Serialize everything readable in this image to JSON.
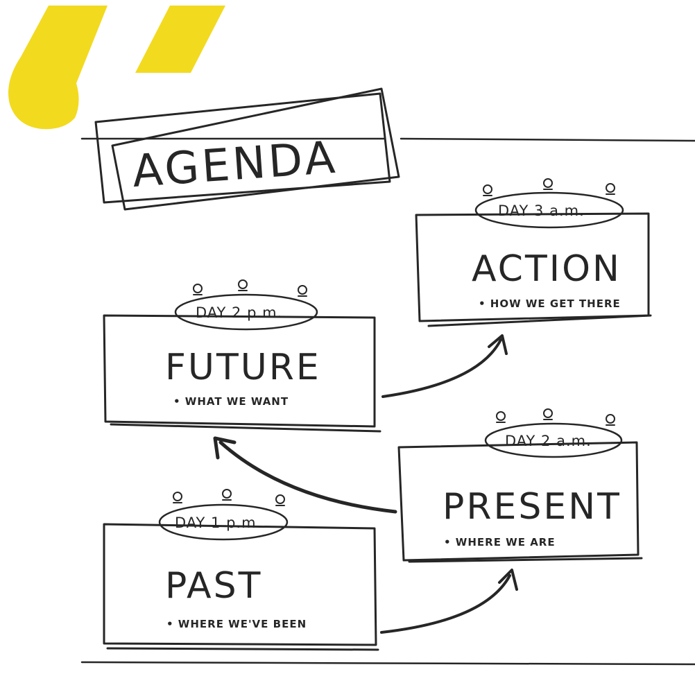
{
  "colors": {
    "accent_quote": "#f2da1f",
    "ink": "#262626",
    "background": "#ffffff"
  },
  "decoration": {
    "quote_mark_icon": "“"
  },
  "title": "AGENDA",
  "cards": [
    {
      "id": "action",
      "day": "DAY 3 a.m.",
      "heading": "ACTION",
      "note": "• HOW WE GET THERE"
    },
    {
      "id": "future",
      "day": "DAY 2 p.m.",
      "heading": "FUTURE",
      "note": "• WHAT WE WANT"
    },
    {
      "id": "present",
      "day": "DAY 2 a.m.",
      "heading": "PRESENT",
      "note": "• WHERE WE ARE"
    },
    {
      "id": "past",
      "day": "DAY 1 p.m.",
      "heading": "PAST",
      "note": "• WHERE WE'VE BEEN"
    }
  ]
}
